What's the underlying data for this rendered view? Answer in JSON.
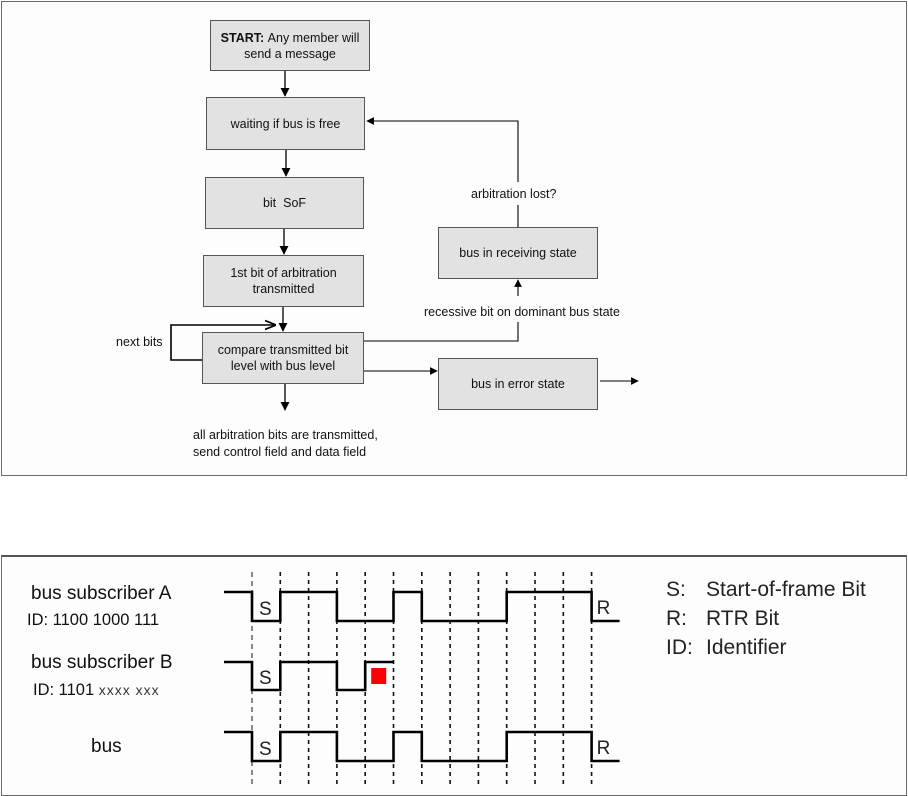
{
  "flowchart": {
    "nodes": {
      "start": {
        "bold": "START:",
        "text": "Any member will send a message"
      },
      "wait": {
        "text": "waiting if bus is free"
      },
      "sof": {
        "text": "bit  SoF"
      },
      "first_bit": {
        "text": "1st bit of arbitration transmitted"
      },
      "compare": {
        "text": "compare transmitted bit level with bus level"
      },
      "receiving": {
        "text": "bus in receiving state"
      },
      "error": {
        "text": "bus in error state"
      }
    },
    "labels": {
      "next_bits": "next bits",
      "arbitration_lost": "arbitration lost?",
      "recessive": "recessive bit on dominant bus state",
      "all_bits_line1": "all arbitration bits are transmitted,",
      "all_bits_line2": "send control field and data field"
    }
  },
  "timing": {
    "rows": [
      {
        "name": "bus subscriber A",
        "id_label": "ID: 1100 1000 111",
        "bits": [
          1,
          1,
          0,
          0,
          1,
          0,
          0,
          0,
          1,
          1,
          1
        ],
        "lost_after": null
      },
      {
        "name": "bus subscriber B",
        "id_label_prefix": "ID: 1101",
        "id_label_suffix": "xxxx xxx",
        "bits": [
          1,
          1,
          0,
          1
        ],
        "lost_after": 4
      },
      {
        "name": "bus",
        "bits": [
          1,
          1,
          0,
          0,
          1,
          0,
          0,
          0,
          1,
          1,
          1
        ],
        "lost_after": null
      }
    ],
    "sof_letter": "S",
    "rtr_letter": "R",
    "lost_marker_color": "#ff0000",
    "legend": [
      {
        "key": "S:",
        "text": "Start-of-frame Bit"
      },
      {
        "key": "R:",
        "text": "RTR Bit"
      },
      {
        "key": "ID:",
        "text": "Identifier"
      }
    ]
  }
}
